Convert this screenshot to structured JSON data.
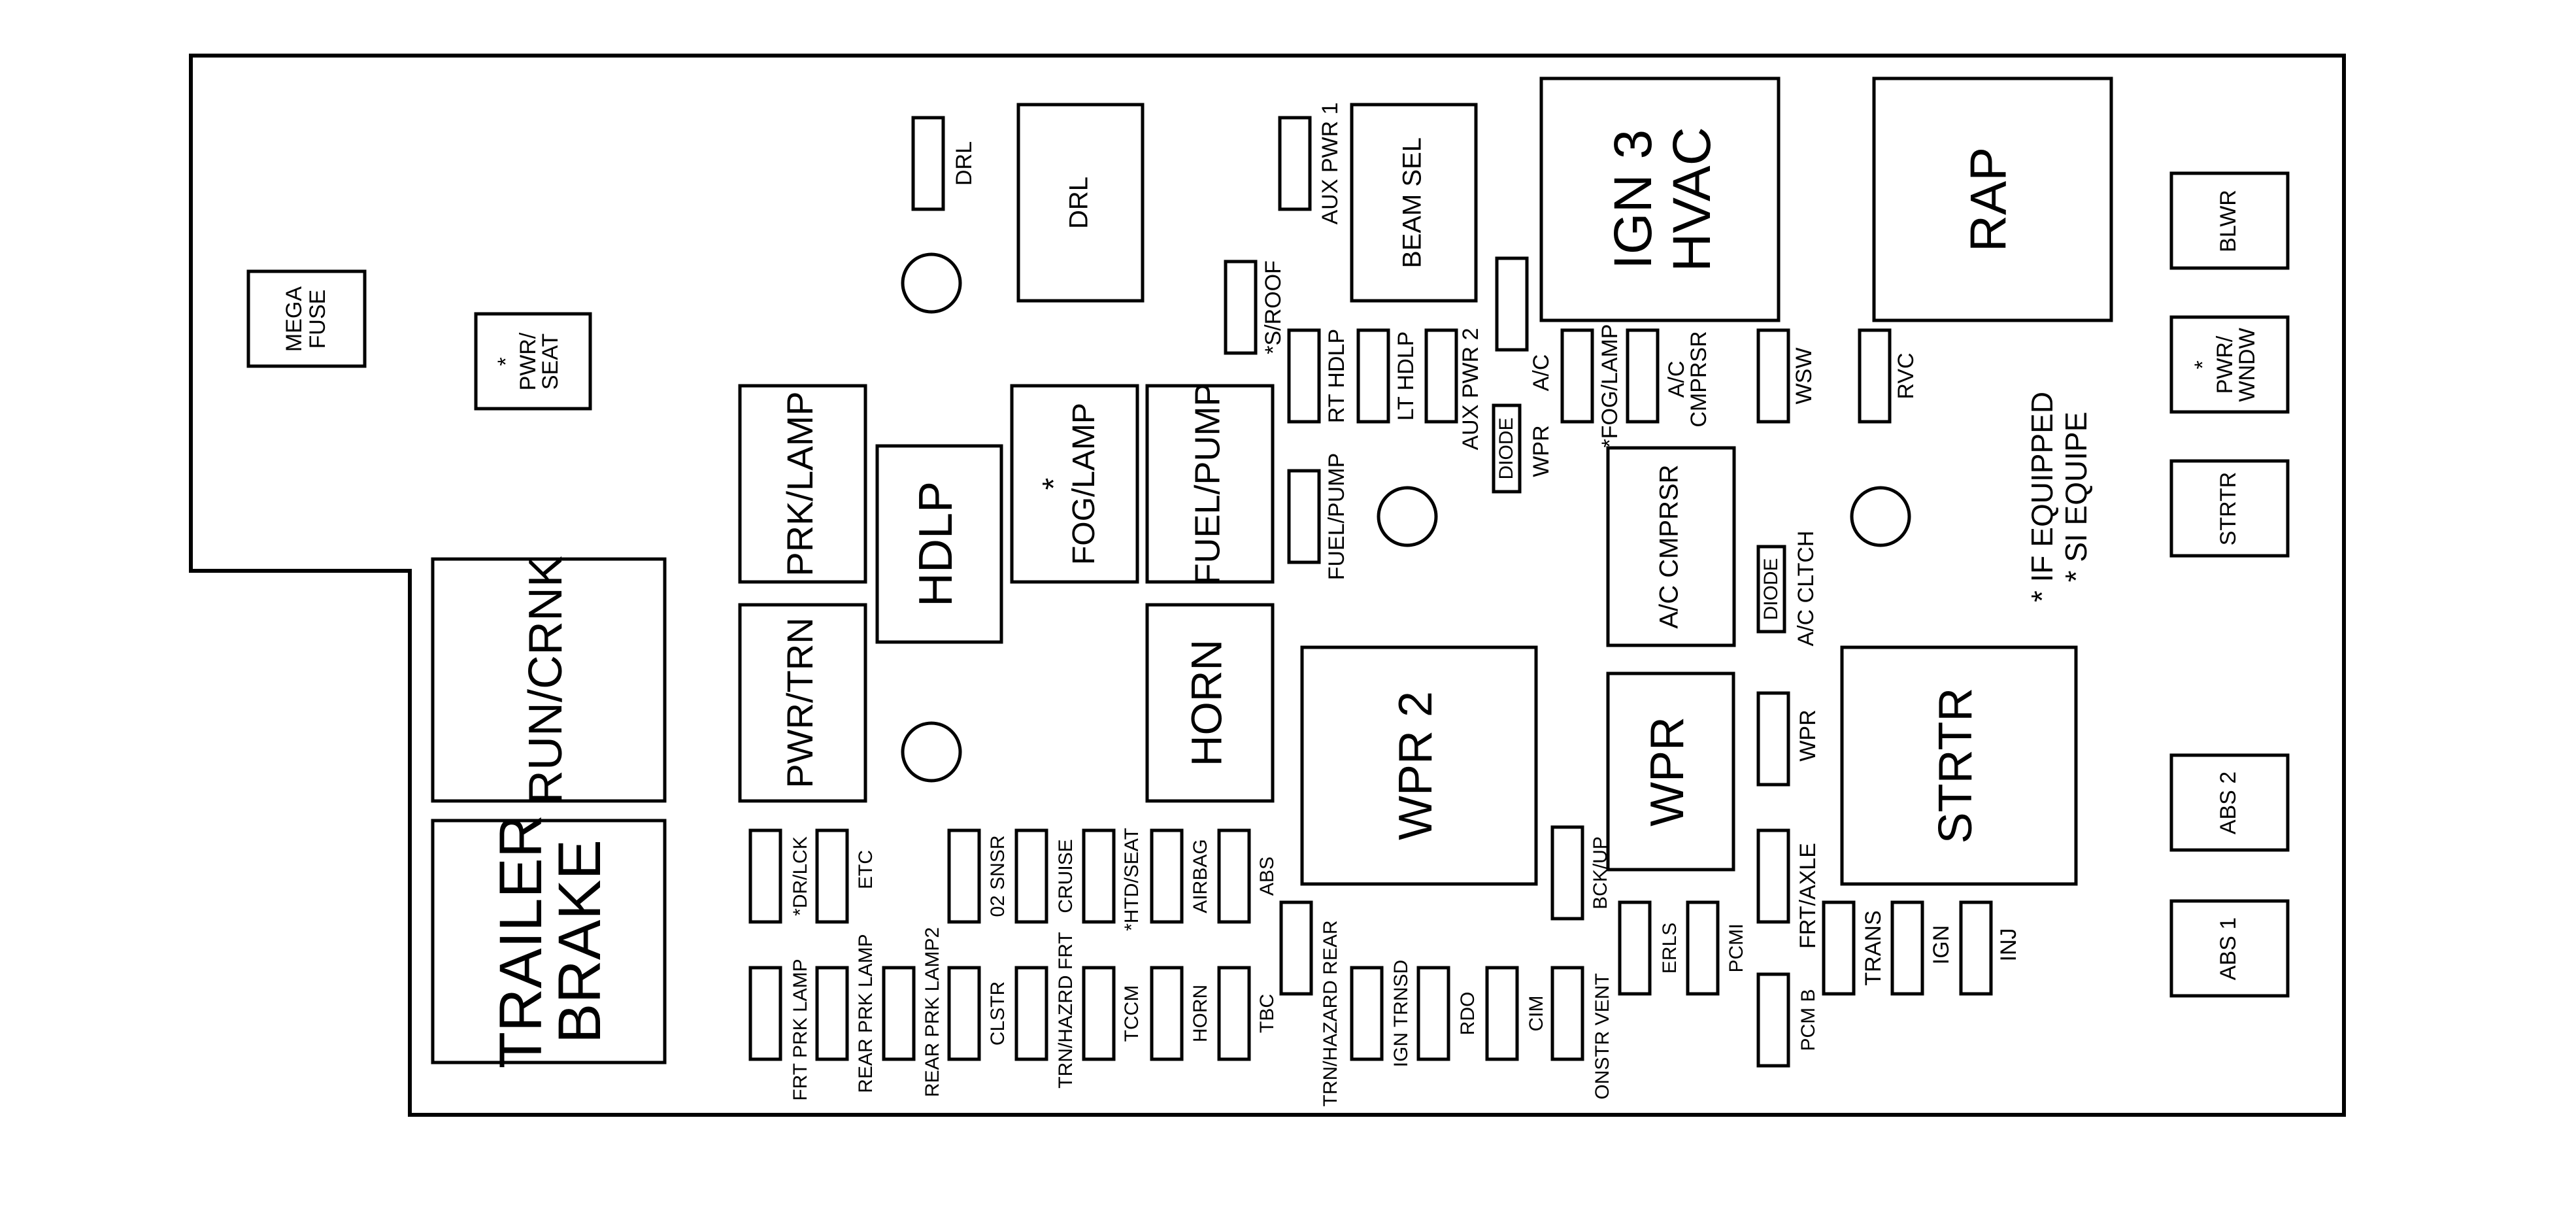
{
  "legend": {
    "line1": "*  IF EQUIPPED",
    "line2": "*  SI EQUIPE"
  },
  "components": {
    "mega_fuse": [
      "MEGA",
      "FUSE"
    ],
    "pwr_seat": [
      "*",
      "PWR/",
      "SEAT"
    ],
    "run_crnk": "RUN/CRNK",
    "trailer_brake": [
      "TRAILER",
      "BRAKE"
    ],
    "prk_lamp": "PRK/LAMP",
    "pwr_trn": "PWR/TRN",
    "hdlp": "HDLP",
    "fog_lamp_relay": [
      "*",
      "FOG/LAMP"
    ],
    "fuel_pump_relay": "FUEL/PUMP",
    "horn_relay": "HORN",
    "drl_fuse": "DRL",
    "drl_relay": "DRL",
    "aux_pwr_1": "AUX PWR 1",
    "beam_sel": "BEAM SEL",
    "s_roof": "*S/ROOF",
    "rt_hdlp": "RT HDLP",
    "lt_hdlp": "LT HDLP",
    "aux_pwr_2": "AUX PWR 2",
    "diode_wpr": "DIODE",
    "wpr_label": "WPR",
    "ac_fuse": "A/C",
    "fog_lamp_fuse": "*FOG/LAMP",
    "ac_cmprsr_fuse": [
      "A/C",
      "CMPRSR"
    ],
    "fuel_pump_fuse": "FUEL/PUMP",
    "ign3_hvac": [
      "IGN 3",
      "HVAC"
    ],
    "wsw": "WSW",
    "rap": "RAP",
    "rvc": "RVC",
    "blwr": "BLWR",
    "pwr_wndw": [
      "*",
      "PWR/",
      "WNDW"
    ],
    "strtr_fuse": "STRTR",
    "ac_cmprsr_relay": "A/C CMPRSR",
    "diode_ac": "DIODE",
    "ac_clutch": "A/C CLTCH",
    "wpr2": "WPR 2",
    "wpr_relay": "WPR",
    "wpr_fuse": "WPR",
    "strtr_relay": "STRTR",
    "abs2": "ABS 2",
    "abs1": "ABS 1",
    "dr_lck": "*DR/LCK",
    "etc": "ETC",
    "o2_snsr": "02 SNSR",
    "cruise": "CRUISE",
    "htd_seat": "*HTD/SEAT",
    "airbag": "AIRBAG",
    "abs_fuse": "ABS",
    "trn_hazard_rear": "TRN/HAZARD REAR",
    "bck_up": "BCK/UP",
    "frt_axle": "FRT/AXLE",
    "erls": "ERLS",
    "pcmi": "PCMI",
    "trans": "TRANS",
    "ign": "IGN",
    "inj": "INJ",
    "frt_prk_lamp": "FRT PRK LAMP",
    "rear_prk_lamp": "REAR PRK LAMP",
    "rear_prk_lamp2": "REAR PRK LAMP2",
    "clstr": "CLSTR",
    "trn_hazrd_frt": "TRN/HAZRD FRT",
    "tccm": "TCCM",
    "horn_fuse": "HORN",
    "tbc": "TBC",
    "ign_trnsd": "IGN TRNSD",
    "rdo": "RDO",
    "cim": "CIM",
    "onstr_vent": "ONSTR VENT",
    "pcm_b": "PCM B"
  }
}
